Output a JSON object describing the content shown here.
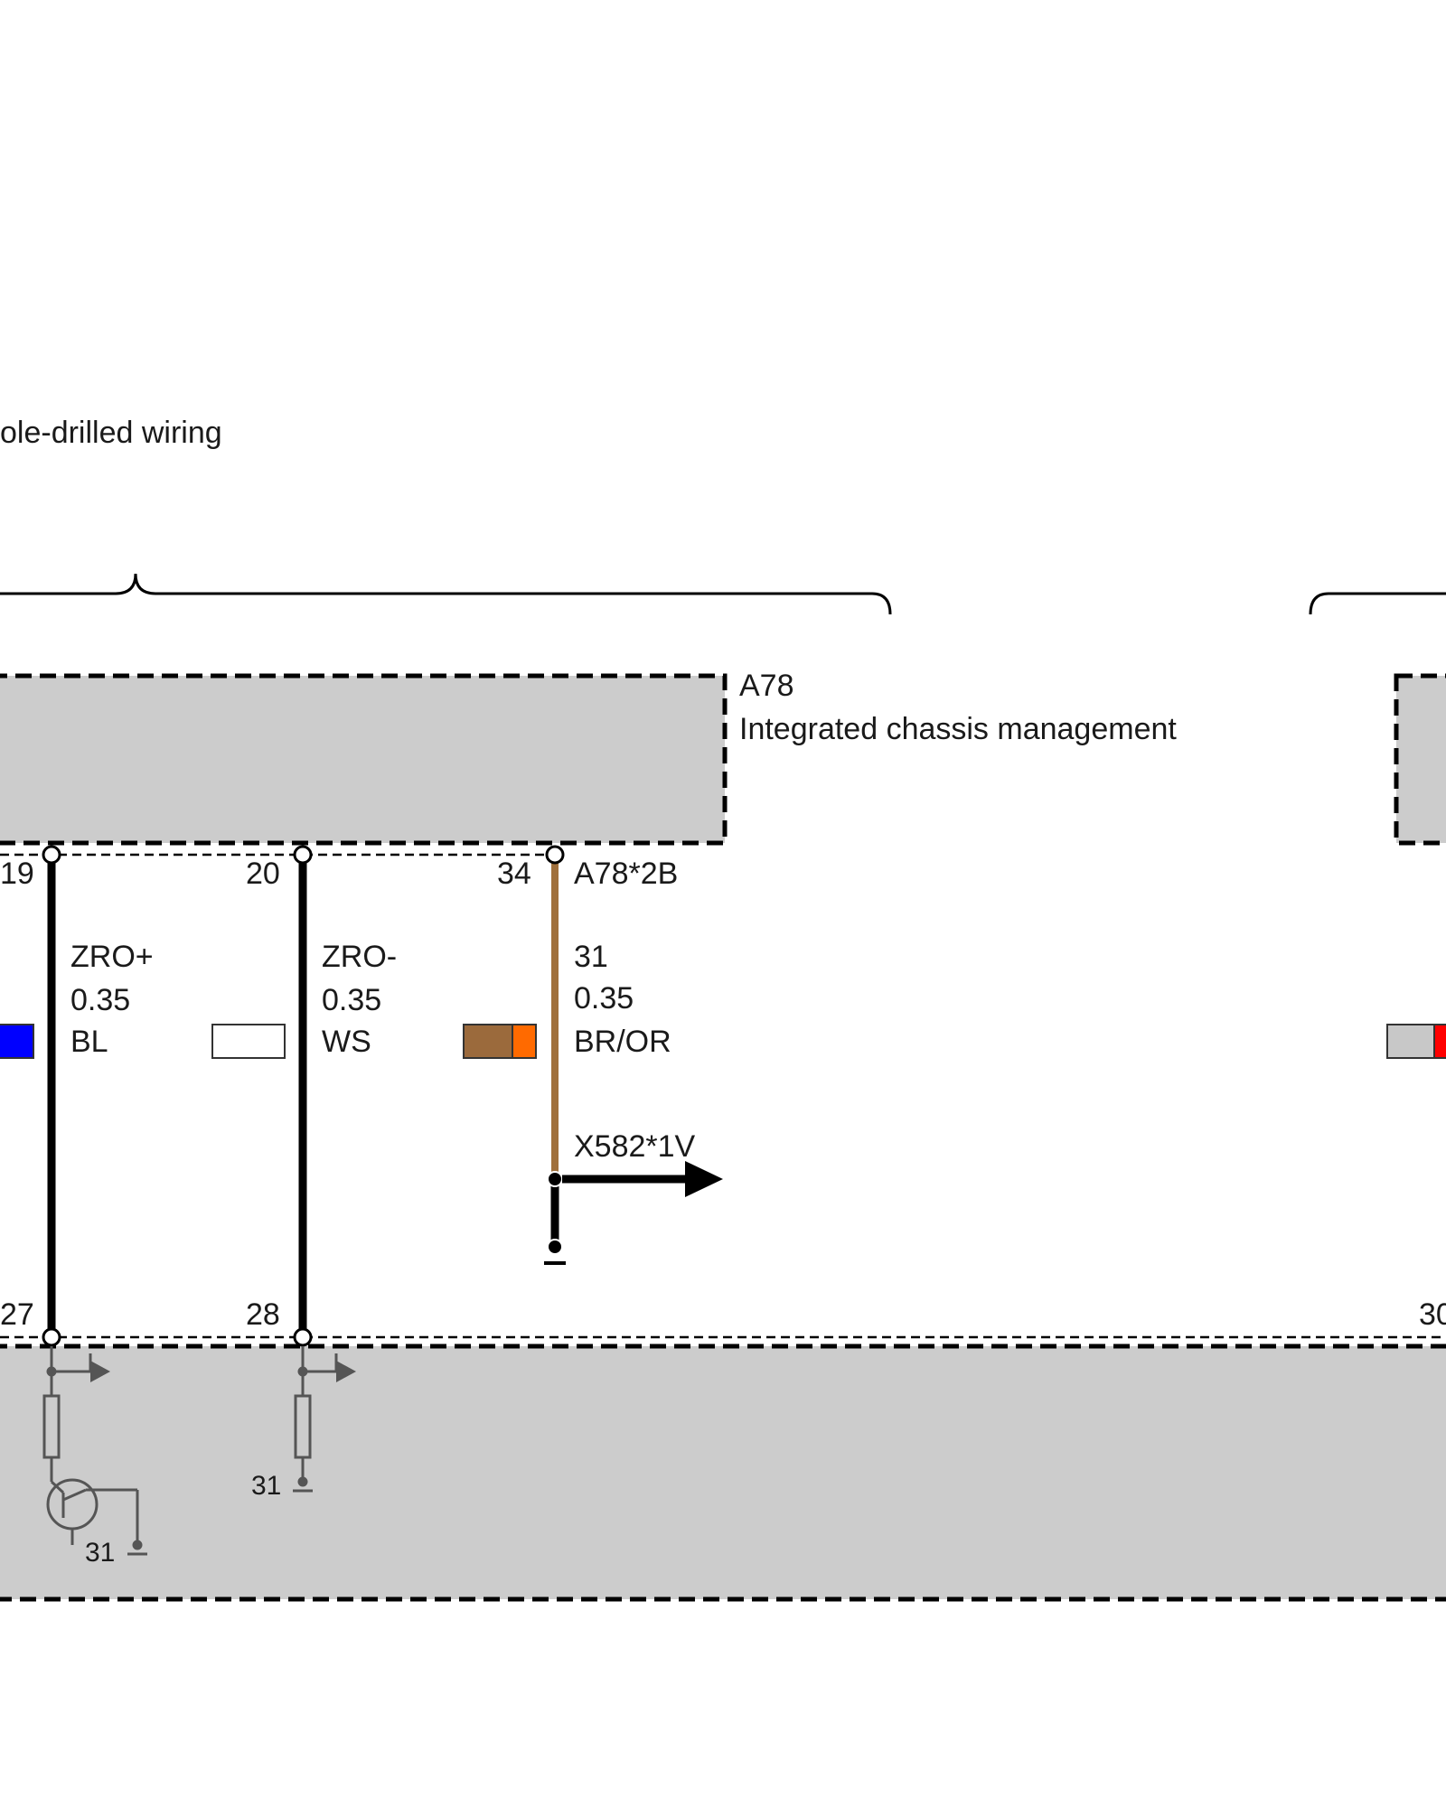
{
  "header": {
    "wiring_note": "ole-drilled wiring"
  },
  "modules": {
    "a78": {
      "id": "A78",
      "name": "Integrated chassis management",
      "connector": "A78*2B"
    }
  },
  "pins": {
    "top": [
      "19",
      "20",
      "34"
    ],
    "bottom": [
      "27",
      "28",
      "30"
    ]
  },
  "wires": [
    {
      "signal": "ZRO+",
      "gauge": "0.35",
      "color_code": "BL",
      "swatches": [
        "#0000ff"
      ]
    },
    {
      "signal": "ZRO-",
      "gauge": "0.35",
      "color_code": "WS",
      "swatches": [
        "#ffffff"
      ]
    },
    {
      "signal": "31",
      "gauge": "0.35",
      "color_code": "BR/OR",
      "swatches": [
        "#9b6a3c",
        "#ff6a00"
      ]
    }
  ],
  "right_swatches": [
    "#c8c8c8",
    "#ff0000"
  ],
  "connection": {
    "target": "X582*1V"
  },
  "ground_labels": {
    "g1": "31",
    "g2": "31"
  },
  "colors": {
    "module_fill": "#cccccc",
    "wire_black": "#000000",
    "wire_brown": "#a0703c",
    "component_stroke": "#555555"
  }
}
